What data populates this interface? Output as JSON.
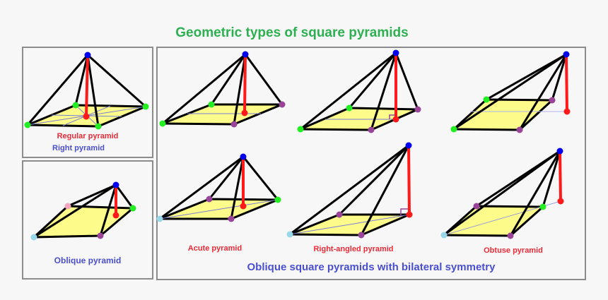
{
  "title": "Geometric types of square pyramids",
  "colors": {
    "title": "#2db052",
    "red_label": "#ee2a36",
    "blue_label": "#4a4fd0",
    "base_fill": "#fdfb8a",
    "edge": "#000000",
    "height": "#ff1a1a",
    "apex": "#0000ee",
    "vertex_green": "#22ee22",
    "vertex_purple": "#994499",
    "vertex_lightblue": "#99d8e8",
    "vertex_pink": "#f5a6c0"
  },
  "panels": {
    "regular": {
      "label1": "Regular pyramid",
      "label2": "Right pyramid"
    },
    "oblique": {
      "label": "Oblique pyramid"
    },
    "bilateral": {
      "caption": "Oblique square pyramids with bilateral symmetry",
      "items": [
        {
          "label": "Acute pyramid"
        },
        {
          "label": "Right-angled pyramid"
        },
        {
          "label": "Obtuse pyramid"
        }
      ]
    }
  }
}
